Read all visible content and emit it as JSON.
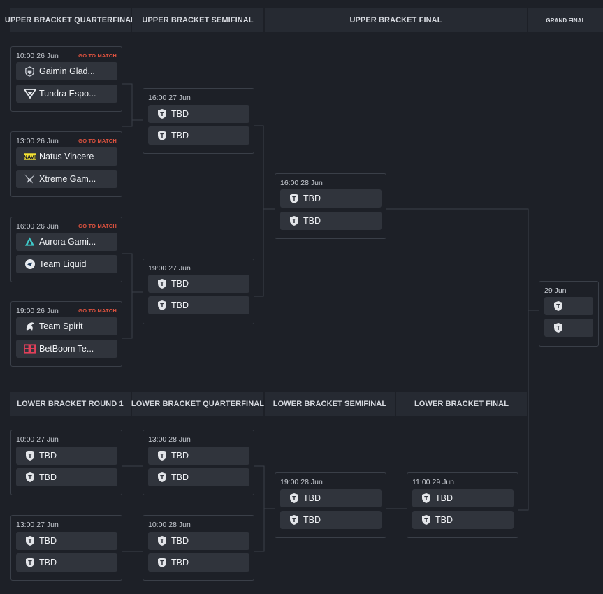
{
  "headers": {
    "ubqf": "UPPER BRACKET QUARTERFINAL",
    "ubsf": "UPPER BRACKET SEMIFINAL",
    "ubf": "UPPER BRACKET FINAL",
    "gf": "GRAND FINAL",
    "lbr1": "LOWER BRACKET ROUND 1",
    "lbqf": "LOWER BRACKET QUARTERFINAL",
    "lbsf": "LOWER BRACKET SEMIFINAL",
    "lbf": "LOWER BRACKET FINAL"
  },
  "goto_label": "GO TO MATCH",
  "matches": {
    "ubqf1": {
      "time": "10:00",
      "date": "26 Jun",
      "team1": "Gaimin Glad...",
      "team2": "Tundra Espo..."
    },
    "ubqf2": {
      "time": "13:00",
      "date": "26 Jun",
      "team1": "Natus Vincere",
      "team2": "Xtreme Gam..."
    },
    "ubqf3": {
      "time": "16:00",
      "date": "26 Jun",
      "team1": "Aurora Gami...",
      "team2": "Team Liquid"
    },
    "ubqf4": {
      "time": "19:00",
      "date": "26 Jun",
      "team1": "Team Spirit",
      "team2": "BetBoom Te..."
    },
    "ubsf1": {
      "time": "16:00",
      "date": "27 Jun",
      "team1": "TBD",
      "team2": "TBD"
    },
    "ubsf2": {
      "time": "19:00",
      "date": "27 Jun",
      "team1": "TBD",
      "team2": "TBD"
    },
    "ubf": {
      "time": "16:00",
      "date": "28 Jun",
      "team1": "TBD",
      "team2": "TBD"
    },
    "gf": {
      "time": "",
      "date": "29 Jun",
      "team1": "",
      "team2": ""
    },
    "lbr1a": {
      "time": "10:00",
      "date": "27 Jun",
      "team1": "TBD",
      "team2": "TBD"
    },
    "lbr1b": {
      "time": "13:00",
      "date": "27 Jun",
      "team1": "TBD",
      "team2": "TBD"
    },
    "lbqf1": {
      "time": "13:00",
      "date": "28 Jun",
      "team1": "TBD",
      "team2": "TBD"
    },
    "lbqf2": {
      "time": "10:00",
      "date": "28 Jun",
      "team1": "TBD",
      "team2": "TBD"
    },
    "lbsf": {
      "time": "19:00",
      "date": "28 Jun",
      "team1": "TBD",
      "team2": "TBD"
    },
    "lbf": {
      "time": "11:00",
      "date": "29 Jun",
      "team1": "TBD",
      "team2": "TBD"
    }
  },
  "colors": {
    "background": "#1d2027",
    "header_bg": "#262a32",
    "team_bg": "#30343c",
    "accent_link": "#e0533f",
    "connector": "#3a3f48"
  }
}
